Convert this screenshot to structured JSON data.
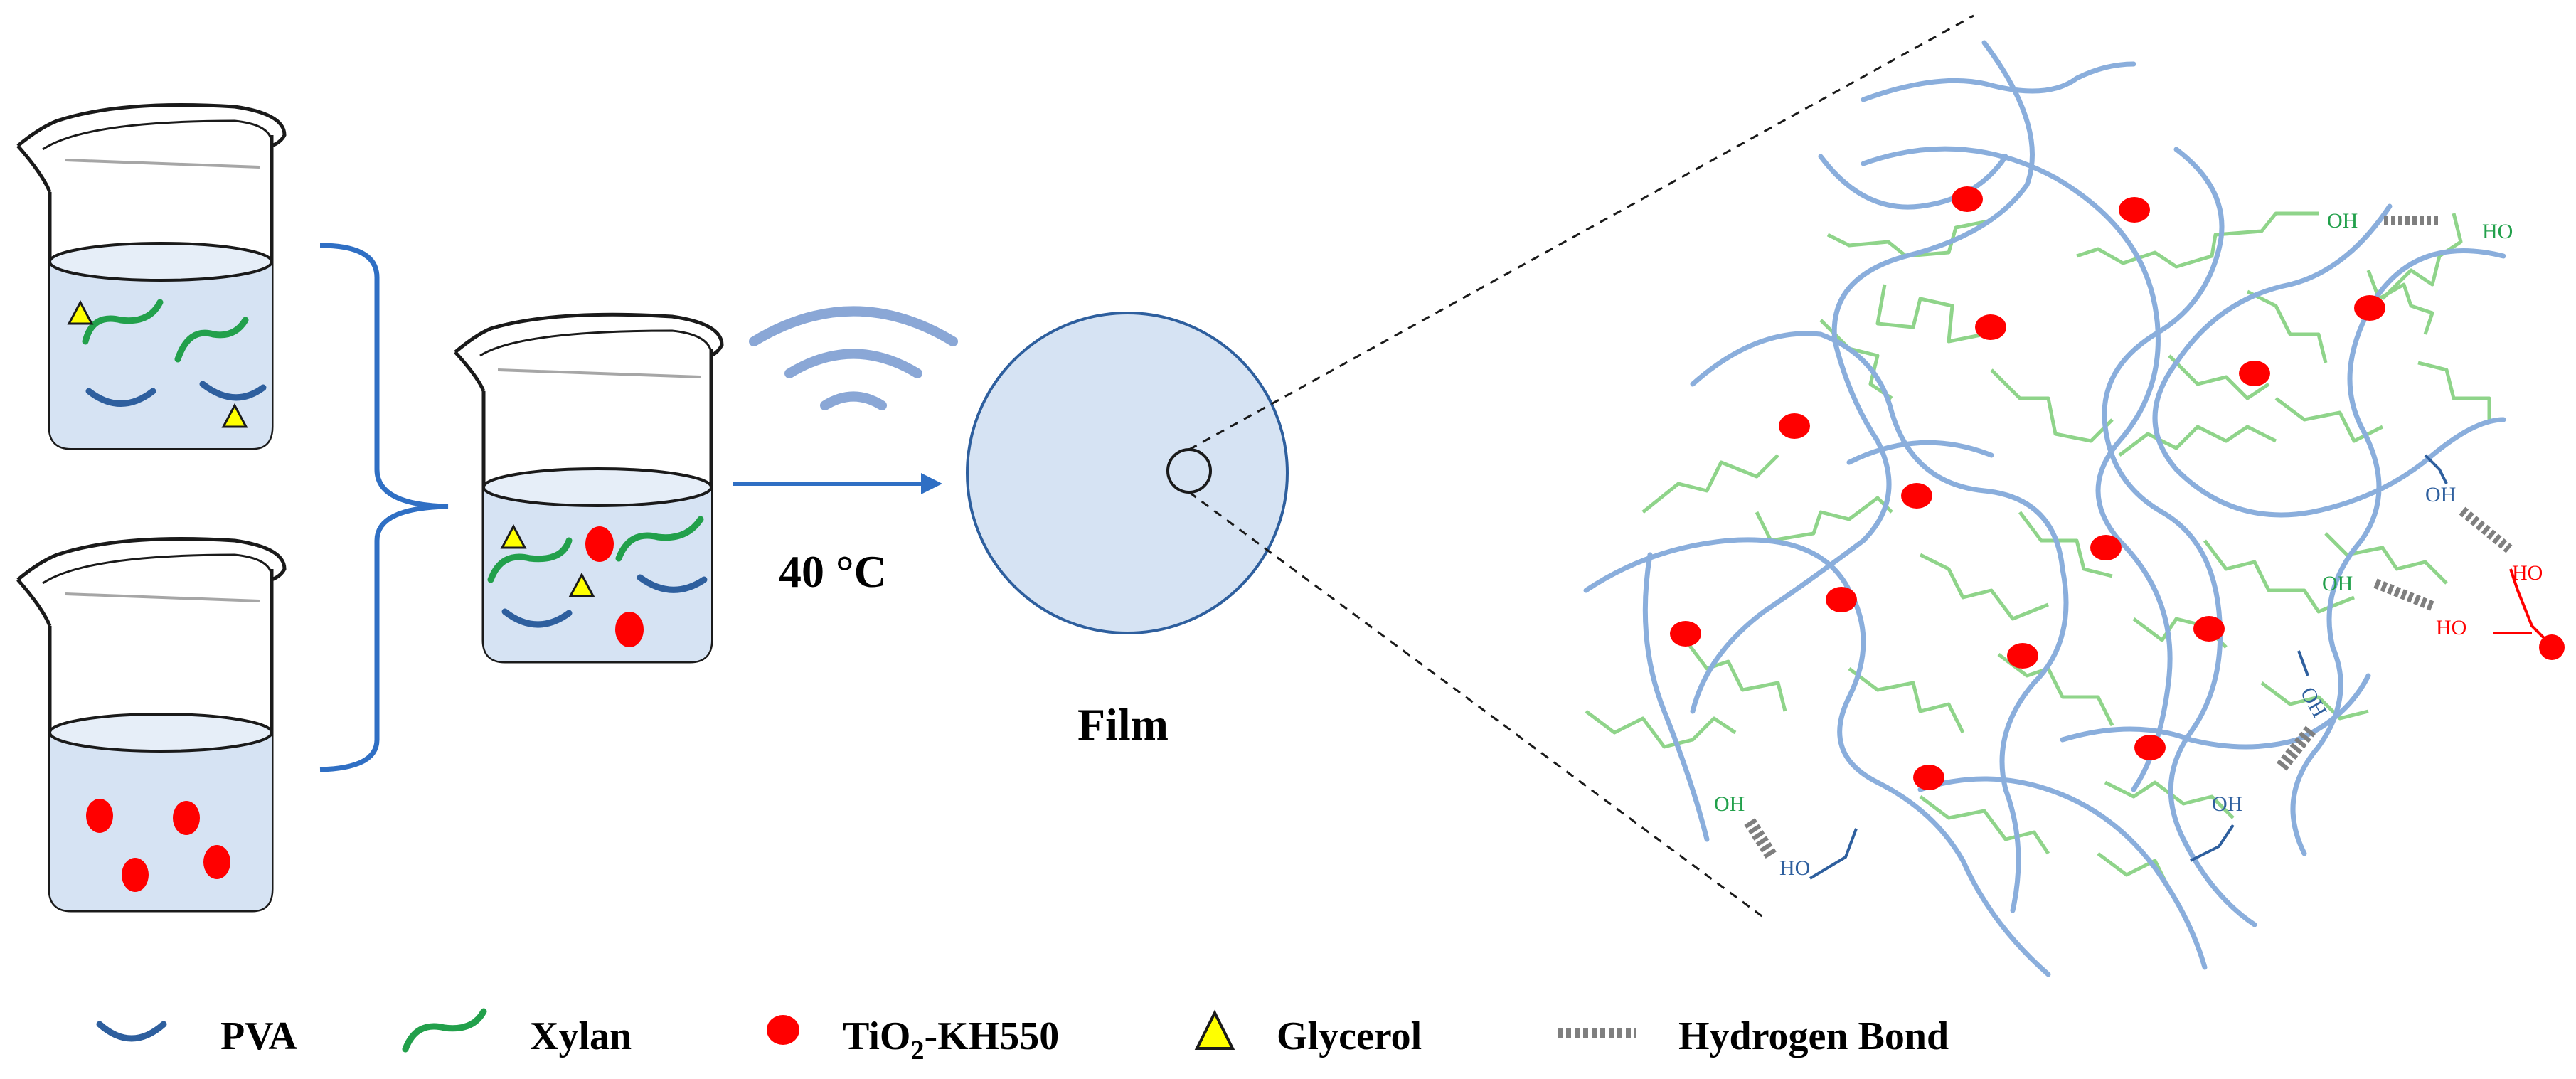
{
  "process": {
    "temperature_label": "40 °C",
    "film_label": "Film"
  },
  "network": {
    "hydroxyl_labels": {
      "oh_top": "OH",
      "ho_top": "HO",
      "oh_right_blue": "OH",
      "oh_right_green": "OH",
      "ho_red_upper": "HO",
      "ho_red_lower": "HO",
      "oh_lower_blue": "OH",
      "oh_bottom_blue": "OH",
      "oh_bottom_green": "OH",
      "ho_bottom_blue": "HO"
    }
  },
  "legend": {
    "pva": "PVA",
    "xylan": "Xylan",
    "tio2_main": "TiO",
    "tio2_sub": "2",
    "tio2_rest": "-KH550",
    "glycerol": "Glycerol",
    "hbond": "Hydrogen Bond"
  },
  "colors": {
    "pva": "#2e5f9e",
    "xylan": "#22a04b",
    "tio2": "#ff0000",
    "glycerol": "#ffff00",
    "hbond": "#7f7f7f",
    "liquid": "#d6e3f3",
    "bracket": "#2f6fc4",
    "network_chain": "#8aaedc",
    "network_branch": "#8fd48a"
  }
}
